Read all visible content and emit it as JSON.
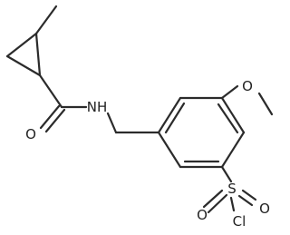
{
  "atoms": {
    "amide_oxygen": "O",
    "amide_nitrogen": "NH",
    "methoxy_oxygen": "O",
    "sulfonyl_sulfur": "S",
    "sulfonyl_oxygen_left": "O",
    "sulfonyl_oxygen_right": "O",
    "chlorine": "Cl"
  },
  "colors": {
    "bond": "#2b2b2b",
    "text": "#222222",
    "background": "#ffffff"
  }
}
